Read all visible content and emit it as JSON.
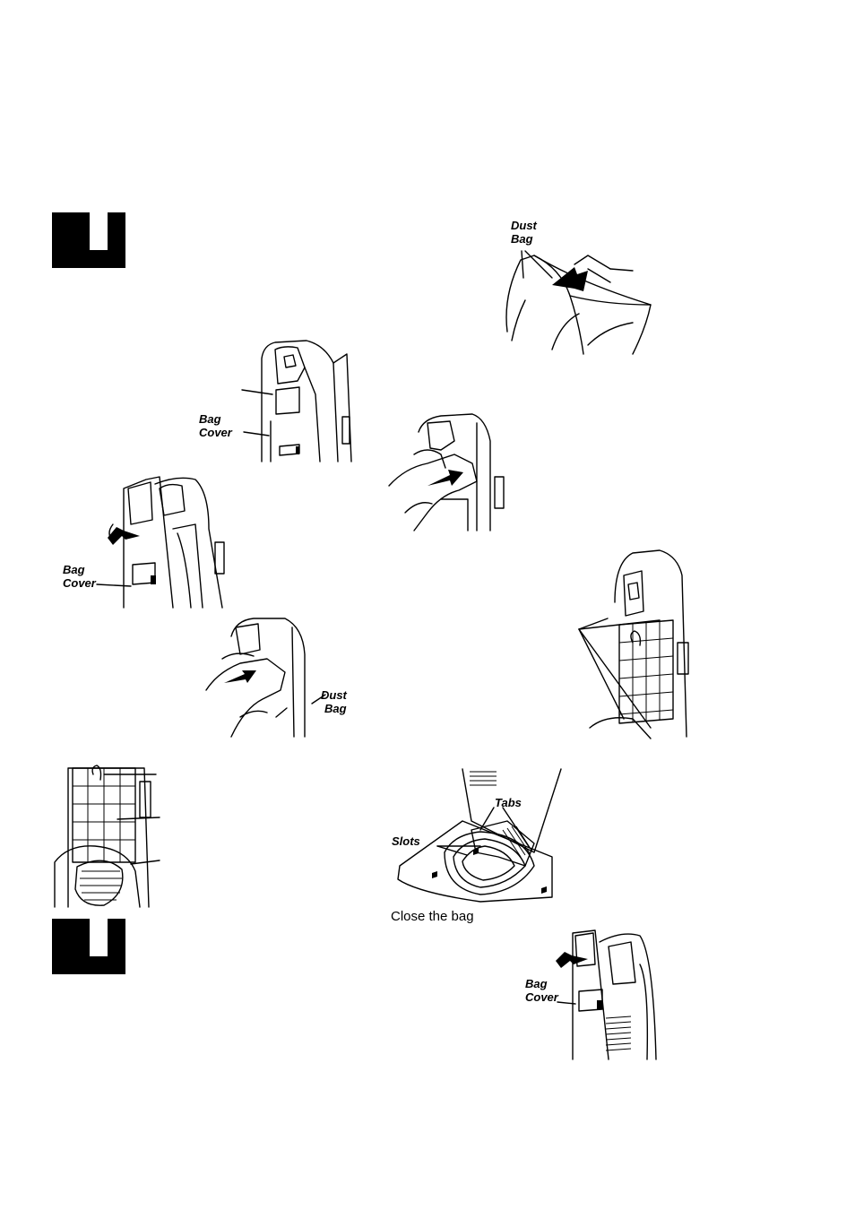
{
  "figures": {
    "dust_bag_open": {
      "label_top": "Dust",
      "label_bottom": "Bag"
    },
    "bag_cover_closed": {
      "label_top": "Bag",
      "label_bottom": "Cover"
    },
    "bag_cover_open": {
      "label_top": "Bag",
      "label_bottom": "Cover"
    },
    "remove_bag": {
      "label_top": "Dust",
      "label_bottom": "Bag"
    },
    "tabs_slots": {
      "tabs_label": "Tabs",
      "slots_label": "Slots",
      "caption": "Close the bag"
    },
    "bag_cover_final": {
      "label_top": "Bag",
      "label_bottom": "Cover"
    }
  },
  "colors": {
    "ink": "#000000",
    "paper": "#ffffff"
  },
  "icons": [
    "step-marker-block",
    "arrow-icon",
    "vacuum-illustration"
  ]
}
